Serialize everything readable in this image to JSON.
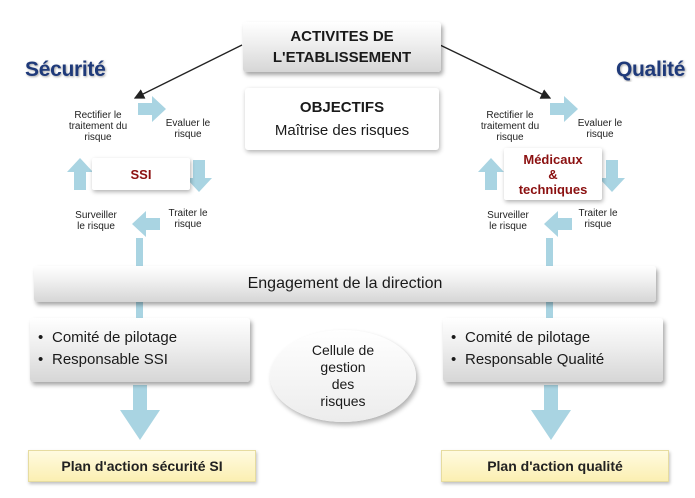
{
  "header": {
    "title_line1": "ACTIVITES DE",
    "title_line2": "L'ETABLISSEMENT"
  },
  "objectives": {
    "title": "OBJECTIFS",
    "subtitle": "Maîtrise des risques"
  },
  "left": {
    "title": "Sécurité",
    "cycle": {
      "rectify_line1": "Rectifier le",
      "rectify_line2": "traitement du",
      "rectify_line3": "risque",
      "evaluate_line1": "Evaluer le",
      "evaluate_line2": "risque",
      "treat_line1": "Traiter le",
      "treat_line2": "risque",
      "monitor_line1": "Surveiller",
      "monitor_line2": "le risque",
      "center_label": "SSI"
    },
    "bullets": [
      "Comité de pilotage",
      "Responsable SSI"
    ],
    "plan": "Plan d'action sécurité SI"
  },
  "right": {
    "title": "Qualité",
    "cycle": {
      "rectify_line1": "Rectifier le",
      "rectify_line2": "traitement du",
      "rectify_line3": "risque",
      "evaluate_line1": "Evaluer le",
      "evaluate_line2": "risque",
      "treat_line1": "Traiter le",
      "treat_line2": "risque",
      "monitor_line1": "Surveiller",
      "monitor_line2": "le risque",
      "center_line1": "Médicaux",
      "center_line2": "&",
      "center_line3": "techniques"
    },
    "bullets": [
      "Comité de pilotage",
      "Responsable Qualité"
    ],
    "plan": "Plan d'action qualité"
  },
  "engagement": "Engagement de la direction",
  "cellule": {
    "line1": "Cellule de",
    "line2": "gestion",
    "line3": "des",
    "line4": "risques"
  },
  "colors": {
    "accent_blue": "#a9d4e2",
    "title_blue": "#1f3a7a",
    "dark_red": "#8b1010",
    "plan_yellow": "#fbefb2"
  }
}
